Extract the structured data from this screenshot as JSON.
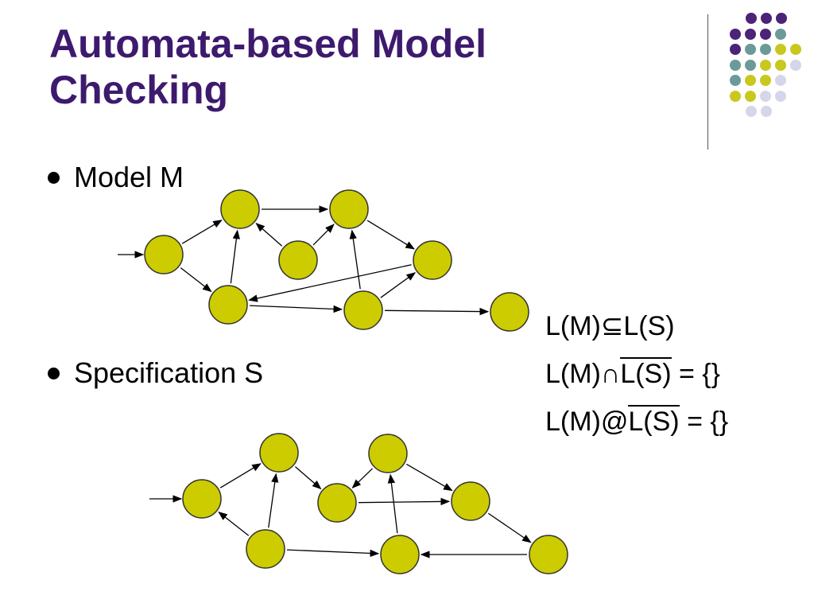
{
  "slide": {
    "title_line1": "Automata-based Model",
    "title_line2": "Checking"
  },
  "bullets": {
    "model": "Model M",
    "spec": "Specification S"
  },
  "formulas": {
    "f1_left": "L(M)",
    "f1_op": "⊆",
    "f1_right": "L(S)",
    "f2_left": "L(M)",
    "f2_op": "∩",
    "f2_over": "L(S)",
    "f2_tail": " = {}",
    "f3_left": "L(M)@",
    "f3_over": "L(S)",
    "f3_tail": " = {}"
  },
  "colors": {
    "title": "#3d1a6e",
    "node_fill": "#cccc00",
    "node_stroke": "#333333",
    "deco_purple": "#4b2378",
    "deco_teal": "#6b9a9a",
    "deco_yellow": "#c8c81e",
    "deco_lavender": "#d6d6ea"
  }
}
